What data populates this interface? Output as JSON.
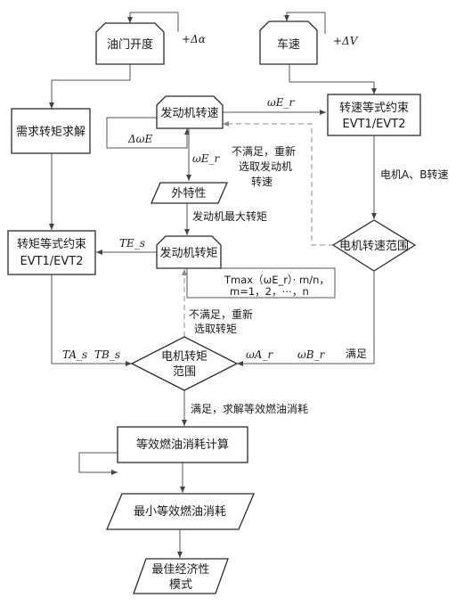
{
  "nodes": {
    "throttle": "油门开度",
    "speed": "车速",
    "demand_torque": "需求转矩求解",
    "engine_speed": "发动机转速",
    "speed_constraint": [
      "转速等式约束",
      "EVT1/EVT2"
    ],
    "external_char": "外特性",
    "torque_constraint": [
      "转矩等式约束",
      "EVT1/EVT2"
    ],
    "engine_torque": "发动机转矩",
    "motor_speed_range": "电机转速范围",
    "motor_torque_range": [
      "电机转矩",
      "范围"
    ],
    "equiv_fuel_calc": "等效燃油消耗计算",
    "min_equiv_fuel": "最小等效燃油消耗",
    "best_economy": [
      "最佳经济性",
      "模式"
    ]
  },
  "labels": {
    "delta_alpha": "+Δα",
    "delta_v": "+ΔV",
    "delta_omega_e": "ΔωE",
    "omega_e_r_top": "ωE_r",
    "omega_e_r_down": "ωE_r",
    "motor_ab_speed": "电机A、B转速",
    "not_satisfied_speed": [
      "不满足，重新",
      "选取发动机",
      "转速"
    ],
    "engine_max_torque": "发动机最大转矩",
    "t_e_s": "TE_s",
    "tmax_formula": "Tmax（ωE_r）· m/n，",
    "m_values": "m=1，2，⋯，n",
    "not_satisfied_torque": [
      "不满足，重新",
      "选取转矩"
    ],
    "t_a_s": "TA_s",
    "t_b_s": "TB_s",
    "omega_a_r": "ωA_r",
    "omega_b_r": "ωB_r",
    "satisfied": "满足",
    "satisfied_solve": "满足，求解等效燃油消耗"
  }
}
